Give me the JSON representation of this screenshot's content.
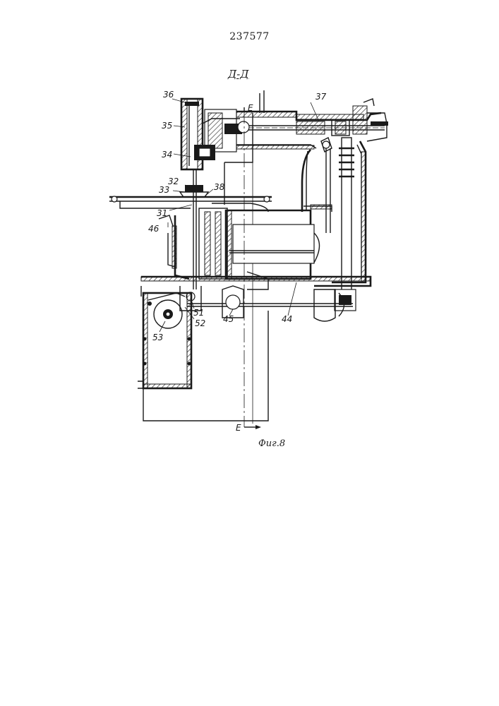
{
  "document": {
    "page_number": "237577",
    "section_label": "Д-Д",
    "figure_caption": "Фиг.8"
  },
  "section_markers": {
    "top": "E",
    "bottom": "E"
  },
  "part_labels": {
    "p31": "31",
    "p32": "32",
    "p33": "33",
    "p34": "34",
    "p35": "35",
    "p36": "36",
    "p37": "37",
    "p38": "38",
    "p44": "44",
    "p45": "45",
    "p46": "46",
    "p51": "51",
    "p52": "52",
    "p53": "53"
  }
}
